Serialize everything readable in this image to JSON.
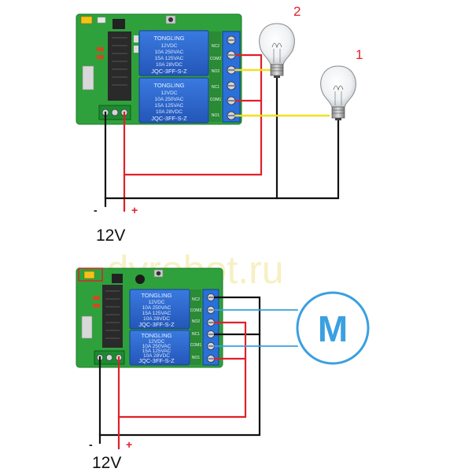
{
  "watermark": "dvrobot.ru",
  "top_diagram": {
    "lamp_labels": [
      "2",
      "1"
    ],
    "minus": "-",
    "plus": "+",
    "voltage": "12V",
    "relays": [
      {
        "brand": "TONGLING",
        "lines": [
          "12VDC",
          "10A 250VAC",
          "15A 125VAC",
          "10A 28VDC"
        ],
        "model": "JQC-3FF-S-Z"
      },
      {
        "brand": "TONGLING",
        "lines": [
          "12VDC",
          "10A 250VAC",
          "15A 125VAC",
          "10A 28VDC"
        ],
        "model": "JQC-3FF-S-Z"
      }
    ],
    "terminal_labels": [
      "NC2",
      "COM2",
      "NO2",
      "NC1",
      "COM1",
      "NO1"
    ]
  },
  "bottom_diagram": {
    "motor_label": "M",
    "minus": "-",
    "plus": "+",
    "voltage": "12V",
    "relays": [
      {
        "brand": "TONGLING",
        "lines": [
          "12VDC",
          "10A 250VAC",
          "15A 125VAC",
          "10A 28VDC"
        ],
        "model": "JQC-3FF-S-Z"
      },
      {
        "brand": "TONGLING",
        "lines": [
          "12VDC",
          "10A 250VAC",
          "15A 125VAC",
          "10A 28VDC"
        ],
        "model": "JQC-3FF-S-Z"
      }
    ],
    "terminal_labels": [
      "NC2",
      "COM2",
      "NO2",
      "NC1",
      "COM1",
      "NO1"
    ]
  },
  "colors": {
    "pcb": "#2fa13c",
    "relay": "#2b63c9",
    "wire_red": "#e0202a",
    "wire_black": "#111111",
    "wire_yellow": "#f0e020",
    "wire_blue": "#3aa0e0"
  }
}
